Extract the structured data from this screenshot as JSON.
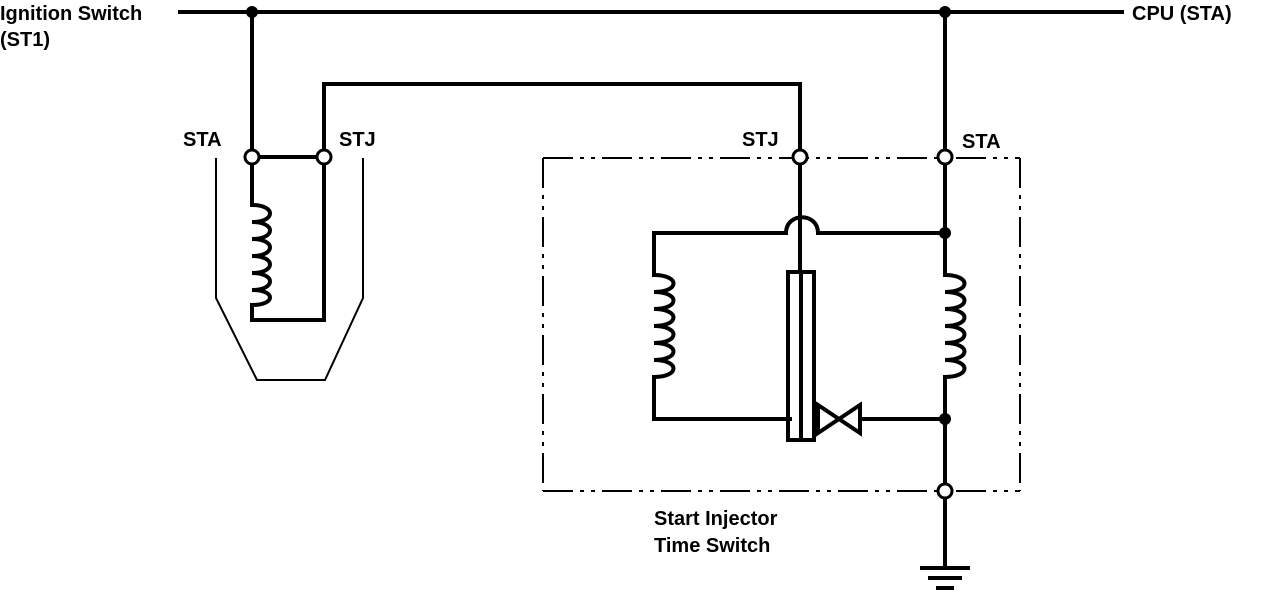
{
  "labels": {
    "ignition_switch_line1": "Ignition Switch",
    "ignition_switch_line2": "(ST1)",
    "cpu": "CPU (STA)",
    "left_sta": "STA",
    "left_stj": "STJ",
    "right_stj": "STJ",
    "right_sta": "STA",
    "component_line1": "Start Injector",
    "component_line2": "Time Switch"
  }
}
